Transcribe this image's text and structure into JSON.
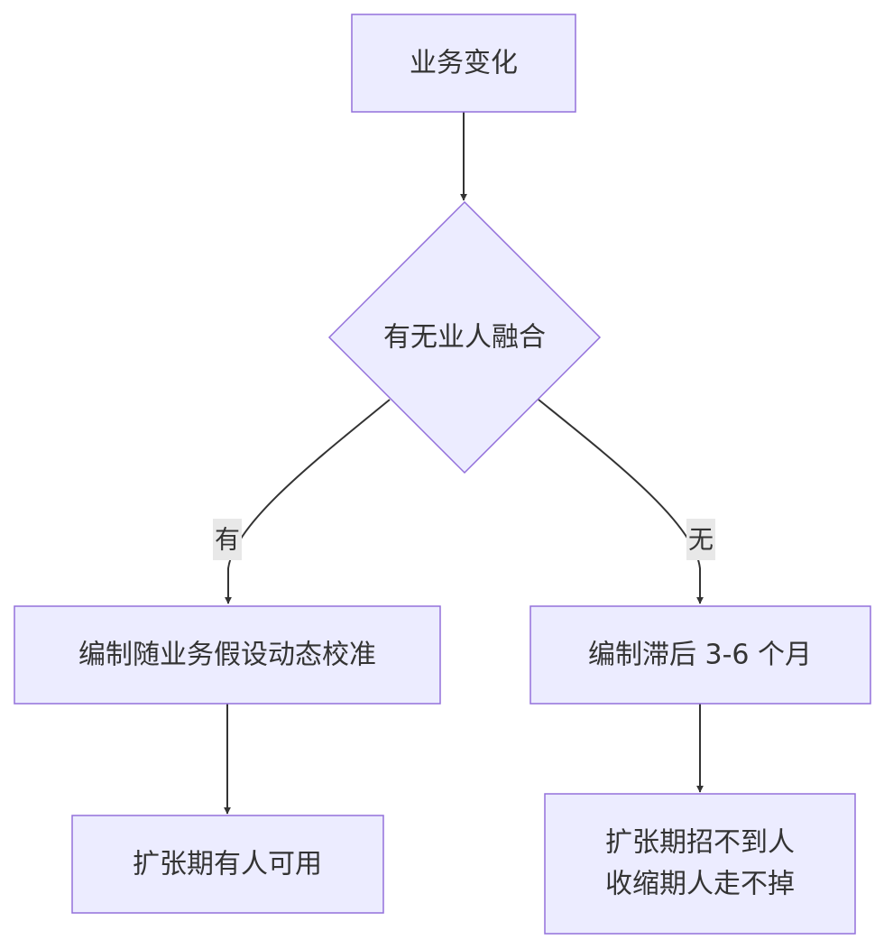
{
  "nodes": {
    "start": "业务变化",
    "decision": "有无业人融合",
    "yes_node": "编制随业务假设动态校准",
    "no_node": "编制滞后 3-6 个月",
    "yes_result": "扩张期有人可用",
    "no_result_line1": "扩张期招不到人",
    "no_result_line2": "收缩期人走不掉"
  },
  "edges": {
    "yes_label": "有",
    "no_label": "无"
  },
  "colors": {
    "node_fill": "#ECECFF",
    "node_stroke": "#9370DB",
    "edge": "#333333",
    "label_bg": "#E8E8E8"
  }
}
